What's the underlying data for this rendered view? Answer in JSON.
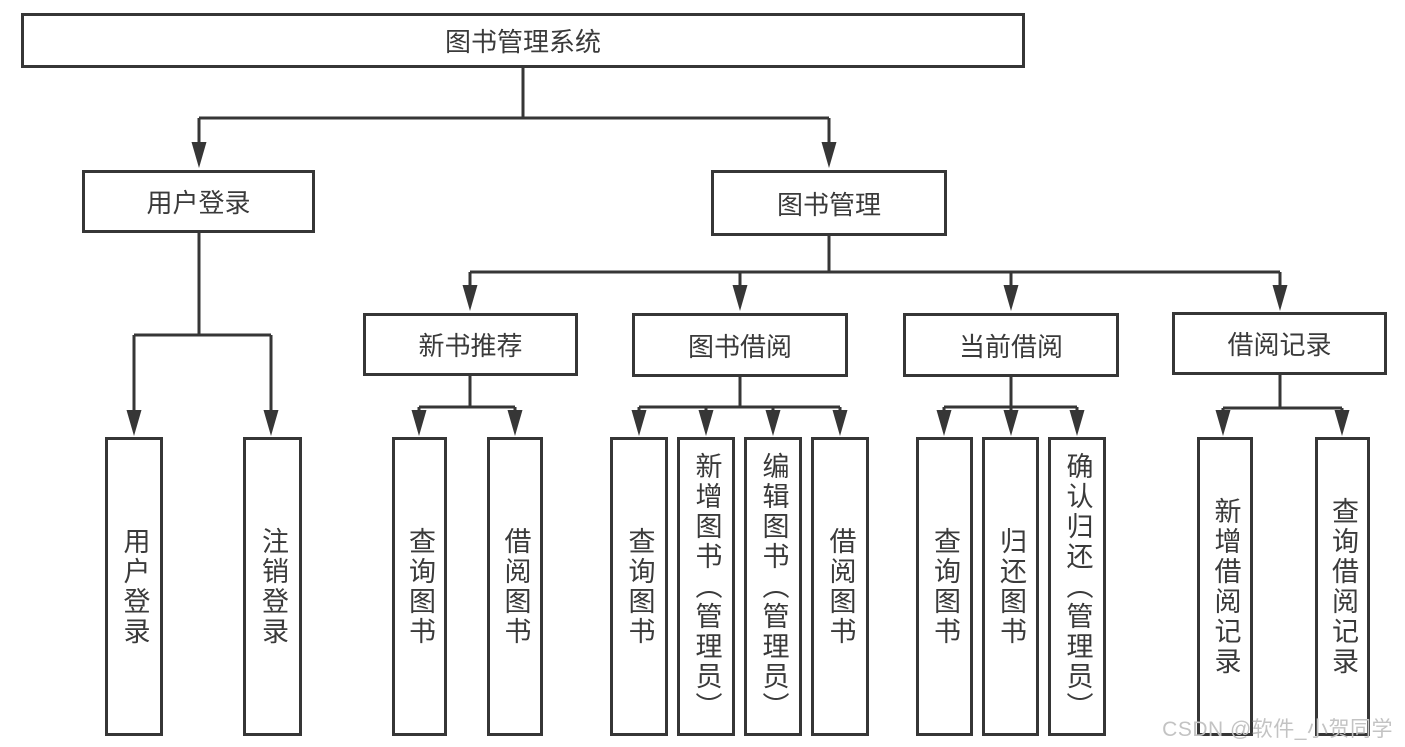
{
  "tree": {
    "root": {
      "label": "图书管理系统"
    },
    "branches": [
      {
        "label": "用户登录",
        "children": [
          {
            "label": "用户登录"
          },
          {
            "label": "注销登录"
          }
        ]
      },
      {
        "label": "图书管理",
        "children": [
          {
            "label": "新书推荐",
            "children": [
              {
                "label": "查询图书"
              },
              {
                "label": "借阅图书"
              }
            ]
          },
          {
            "label": "图书借阅",
            "children": [
              {
                "label": "查询图书"
              },
              {
                "label": "新增图书（管理员）"
              },
              {
                "label": "编辑图书（管理员）"
              },
              {
                "label": "借阅图书"
              }
            ]
          },
          {
            "label": "当前借阅",
            "children": [
              {
                "label": "查询图书"
              },
              {
                "label": "归还图书"
              },
              {
                "label": "确认归还（管理员）"
              }
            ]
          },
          {
            "label": "借阅记录",
            "children": [
              {
                "label": "新增借阅记录"
              },
              {
                "label": "查询借阅记录"
              }
            ]
          }
        ]
      }
    ]
  },
  "watermark": {
    "text": "CSDN @软件_小贺同学"
  },
  "colors": {
    "line": "#363636",
    "text": "#3a3a3a",
    "watermark": "#c3c3c3",
    "background": "#ffffff"
  }
}
